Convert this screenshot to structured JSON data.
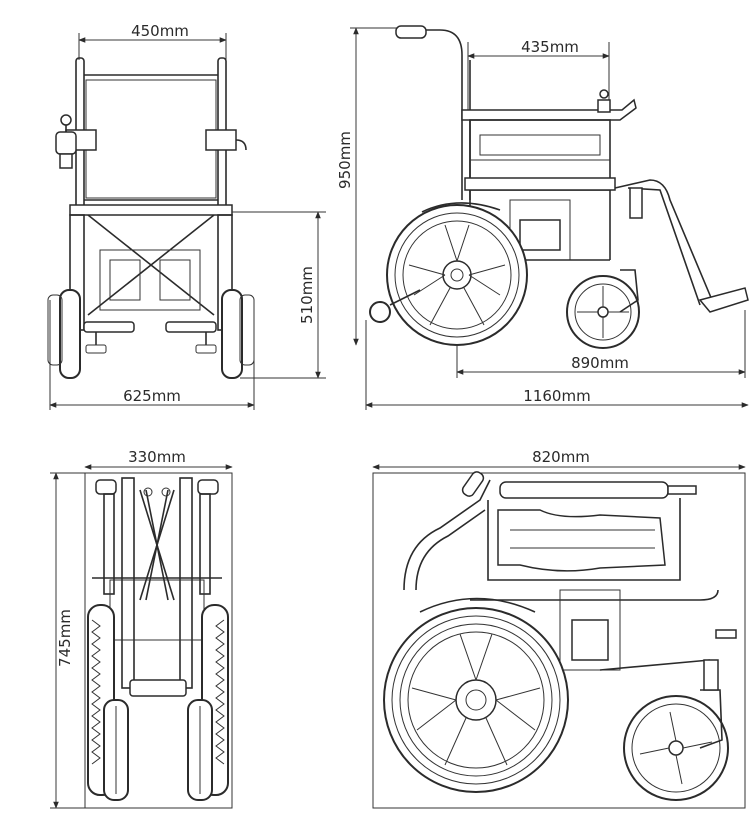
{
  "views": {
    "front": {
      "width_top": "450mm",
      "height_side": "510mm",
      "width_bottom": "625mm"
    },
    "side": {
      "seat_depth": "435mm",
      "total_height": "950mm",
      "wheelbase": "890mm",
      "total_length": "1160mm"
    },
    "folded_front": {
      "width": "330mm",
      "height": "745mm"
    },
    "folded_side": {
      "length": "820mm"
    }
  },
  "colors": {
    "line": "#2b2b2b",
    "background": "#ffffff"
  }
}
